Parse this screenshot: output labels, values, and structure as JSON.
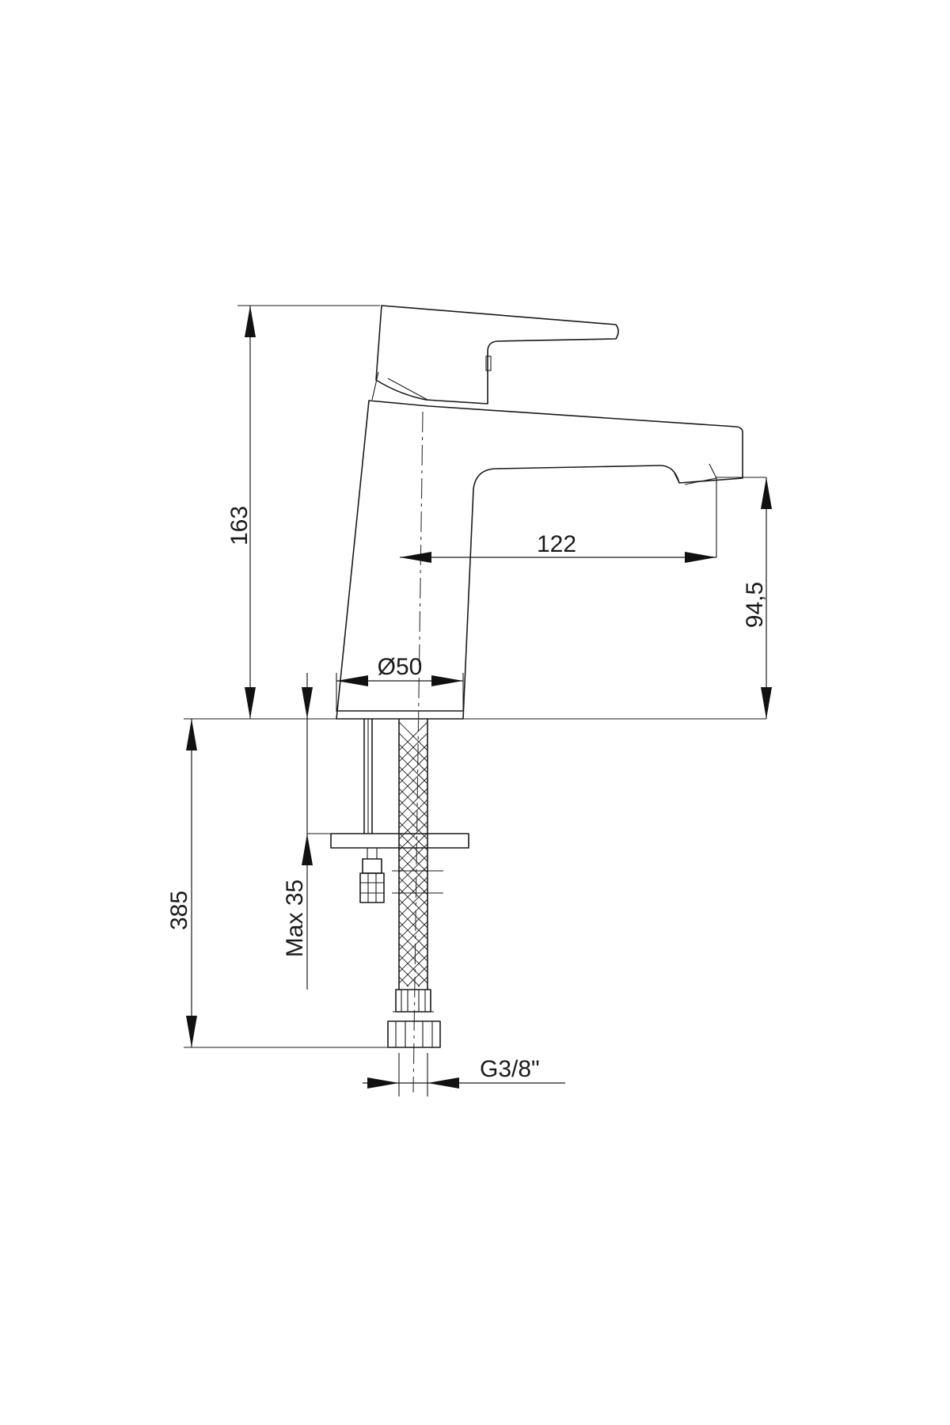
{
  "labels": {
    "height_total": "163",
    "spout_reach": "122",
    "spout_height": "94,5",
    "base_diameter": "Ø50",
    "hose_length": "385",
    "max_deck": "Max 35",
    "thread": "G3/8\""
  }
}
